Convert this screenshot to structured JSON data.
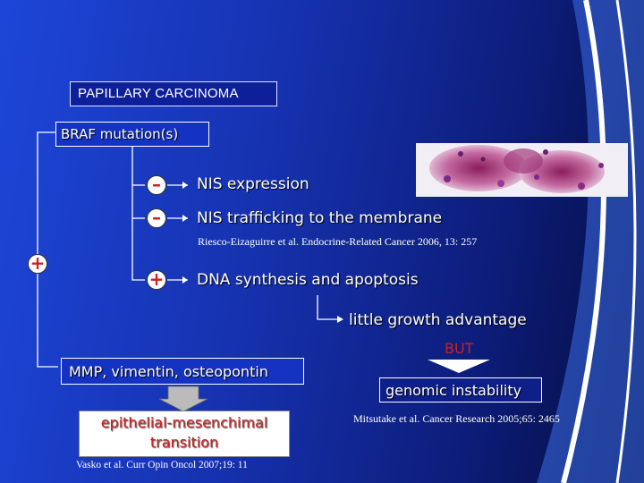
{
  "title_box": "PAPILLARY CARCINOMA",
  "braf_box": "BRAF mutation(s)",
  "left_sign": "+",
  "effects": [
    {
      "sign": "–",
      "label": "NIS expression"
    },
    {
      "sign": "–",
      "label": "NIS trafficking to the membrane"
    },
    {
      "sign": "+",
      "label": "DNA synthesis and apoptosis"
    }
  ],
  "ref1": "Riesco-Eizaguirre et al. Endocrine-Related Cancer 2006, 13: 257",
  "little_growth": "little growth advantage",
  "but": "BUT",
  "genomic": "genomic instability",
  "ref2": "Mitsutake et al. Cancer Research 2005;65: 2465",
  "mmp": "MMP, vimentin, osteopontin",
  "emt": "epithelial-mesenchimal transition",
  "ref3": "Vasko et al. Curr Opin Oncol 2007;19: 11",
  "colors": {
    "background": "#1a3fd0",
    "minus_sign": "#cc2222",
    "plus_sign": "#cc2222",
    "emt_text": "#cc2222",
    "deco_blue": "#4a7ae8"
  }
}
